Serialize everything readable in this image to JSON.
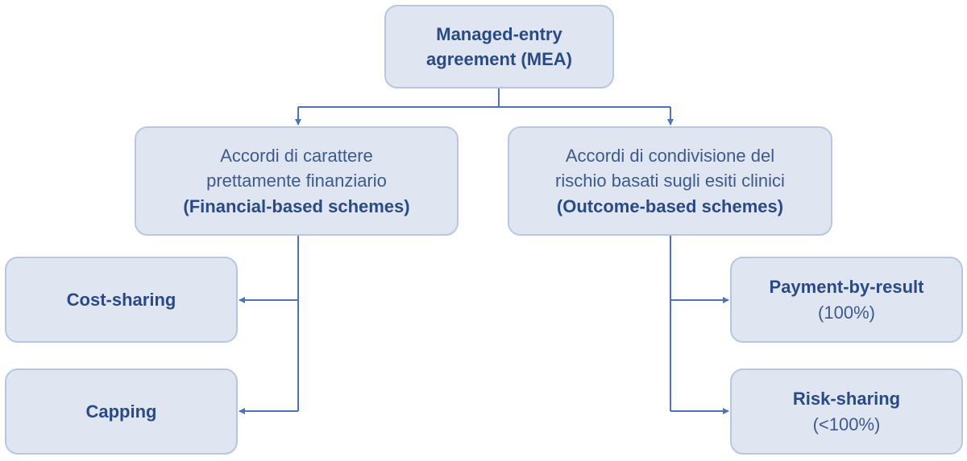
{
  "root": {
    "line1": "Managed-entry",
    "line2": "agreement (MEA)"
  },
  "financial": {
    "line1": "Accordi di carattere",
    "line2": "prettamente finanziario",
    "line3": "(Financial-based schemes)"
  },
  "outcome": {
    "line1": "Accordi di condivisione del",
    "line2": "rischio basati sugli esiti clinici",
    "line3": "(Outcome-based schemes)"
  },
  "financial_children": [
    {
      "label": "Cost-sharing"
    },
    {
      "label": "Capping"
    }
  ],
  "outcome_children": [
    {
      "label": "Payment-by-result",
      "sub": "(100%)"
    },
    {
      "label": "Risk-sharing",
      "sub": "(<100%)"
    }
  ],
  "colors": {
    "box_fill": "#dfe6f1",
    "box_border": "#b9c7de",
    "text": "#2a4a86",
    "connector": "#4f72b8"
  }
}
